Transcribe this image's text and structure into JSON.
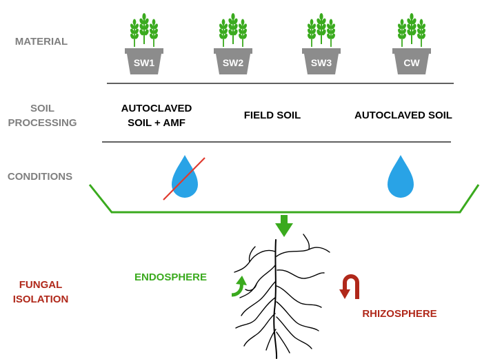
{
  "rows": {
    "material": "MATERIAL",
    "soil_processing_line1": "SOIL",
    "soil_processing_line2": "PROCESSING",
    "conditions": "CONDITIONS",
    "fungal_isolation_line1": "FUNGAL",
    "fungal_isolation_line2": "ISOLATION"
  },
  "pots": [
    "SW1",
    "SW2",
    "SW3",
    "CW"
  ],
  "soil": {
    "autoclaved_amf_line1": "AUTOCLAVED",
    "autoclaved_amf_line2": "SOIL + AMF",
    "field": "FIELD SOIL",
    "autoclaved": "AUTOCLAVED SOIL"
  },
  "isolation": {
    "endosphere": "ENDOSPHERE",
    "rhizosphere": "RHIZOSPHERE"
  },
  "colors": {
    "label_gray": "#7f7f7f",
    "plant_green": "#3aaa1e",
    "pot_gray": "#8c8c8c",
    "water_blue": "#29a3e6",
    "cross_red": "#e03a2e",
    "isolation_red": "#b0281a"
  },
  "icons": [
    "wheat-pot-icon",
    "water-drop-icon",
    "no-water-icon",
    "root-icon",
    "arrow-down-icon",
    "curved-arrow-icon",
    "u-turn-arrow-icon"
  ]
}
